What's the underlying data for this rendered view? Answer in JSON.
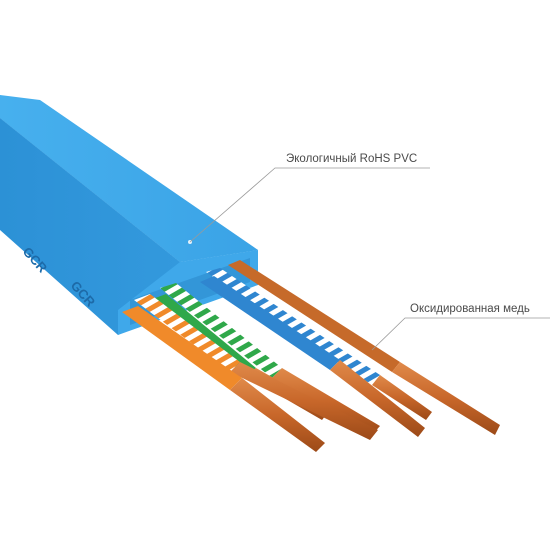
{
  "callouts": {
    "pvc": "Экологичный RoHS PVC",
    "copper": "Оксидированная медь"
  },
  "logo": {
    "text": "GCR"
  },
  "colors": {
    "jacket": "#3aa3e6",
    "jacket_dark": "#2b8fd4",
    "copper": "#c96a2e",
    "leader_line": "#9a9a9a"
  }
}
